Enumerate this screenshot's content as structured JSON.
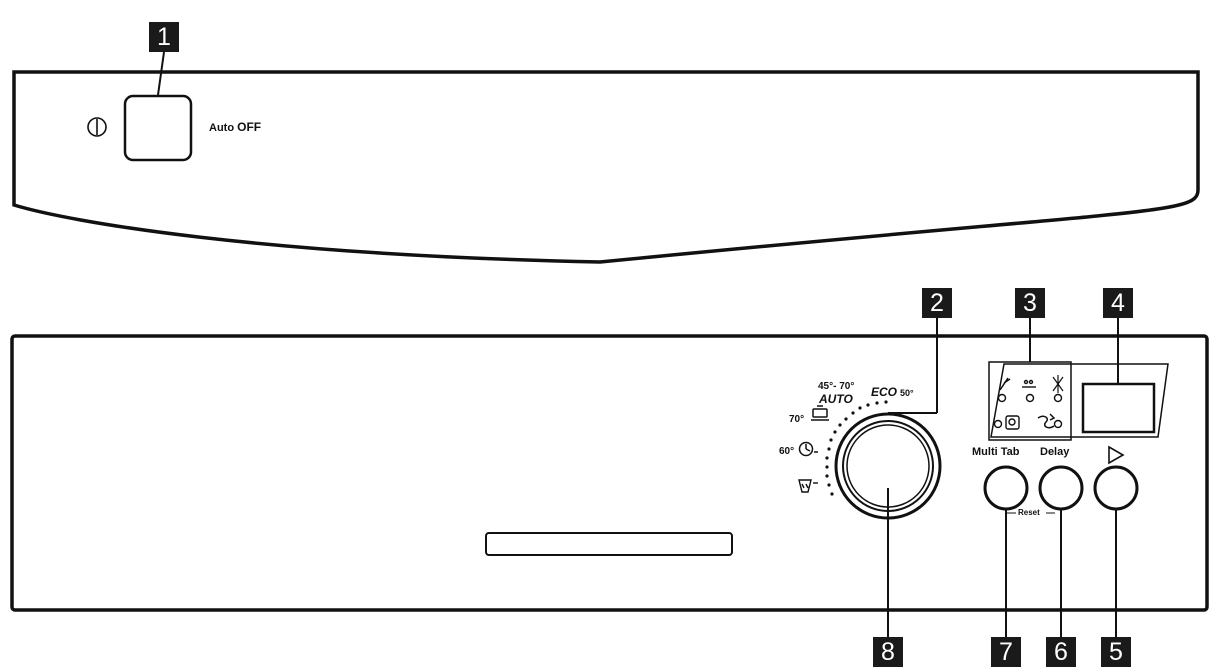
{
  "callouts": [
    "1",
    "2",
    "3",
    "4",
    "5",
    "6",
    "7",
    "8"
  ],
  "top_panel": {
    "auto_off_label": "Auto",
    "auto_off_emphasis": "OFF",
    "power_icon": "power-symbol-icon"
  },
  "program_dial": {
    "auto": {
      "temp": "45°- 70°",
      "label": "AUTO"
    },
    "eco": {
      "label": "ECO",
      "temp": "50°"
    },
    "intensive": {
      "temp": "70°",
      "icon": "pot-icon"
    },
    "quick": {
      "temp": "60°",
      "icon": "clock-icon"
    },
    "prewash": {
      "icon": "prewash-icon"
    }
  },
  "indicators": {
    "top_row": [
      "rinse-aid-icon",
      "salt-icon",
      "half-load-icon"
    ],
    "bottom_row": [
      "dishwasher-tablet-icon",
      "water-supply-icon"
    ]
  },
  "buttons": {
    "multi_tab": "Multi Tab",
    "delay": "Delay",
    "reset": "Reset",
    "start_icon": "play-icon"
  }
}
